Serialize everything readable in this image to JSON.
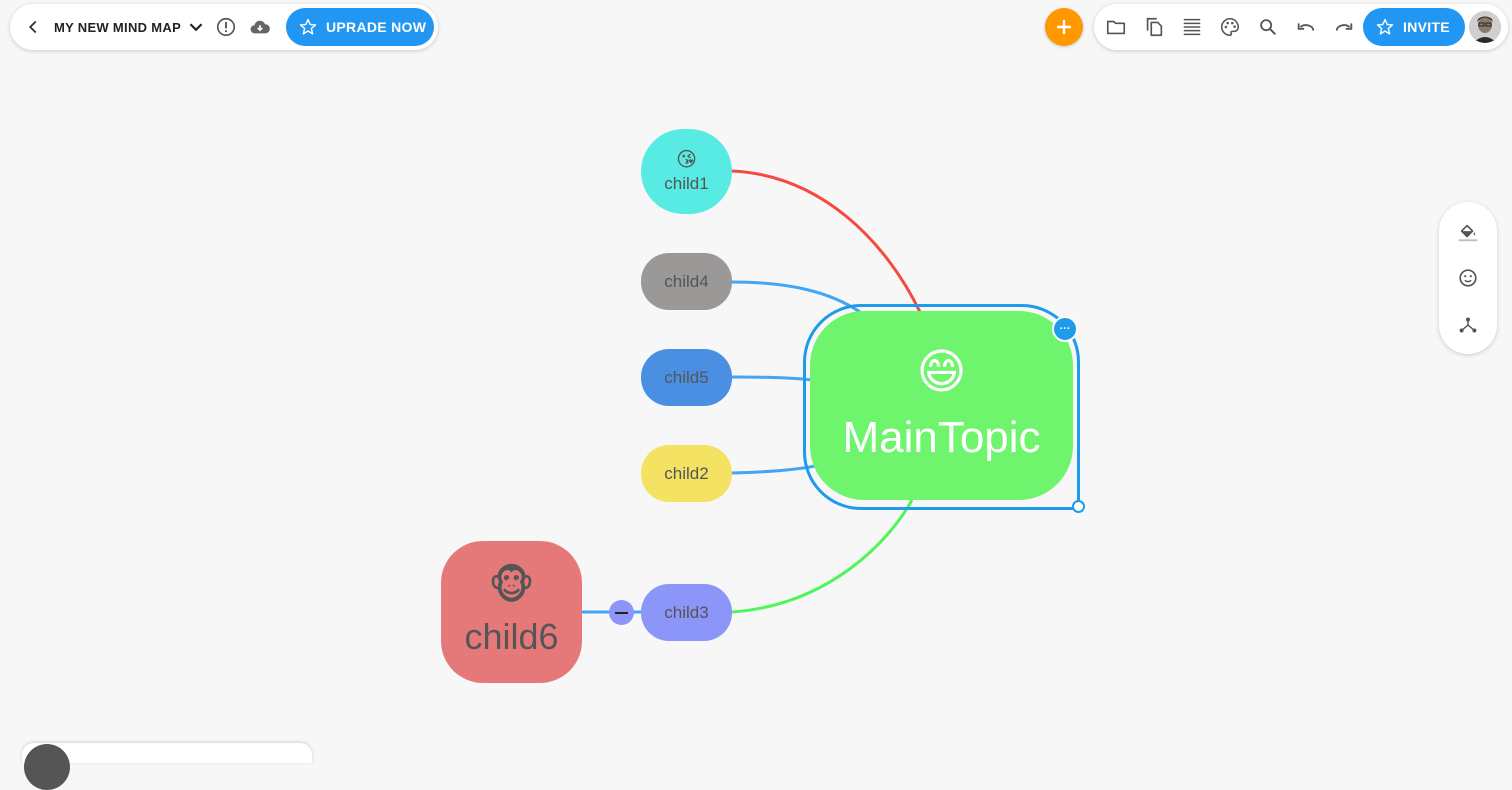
{
  "header": {
    "title": "MY NEW MIND MAP",
    "upgrade_label": "UPRADE NOW",
    "invite_label": "INVITE"
  },
  "icons": {
    "back": "chevron-left-icon",
    "title_dropdown": "chevron-down-icon",
    "info": "info-icon",
    "save": "cloud-download-icon",
    "upgrade_star": "star-icon",
    "add": "plus-icon",
    "toolbar": [
      "folder-icon",
      "copy-icon",
      "outline-icon",
      "palette-icon",
      "search-icon",
      "undo-icon",
      "redo-icon"
    ],
    "side_panel": [
      "fill-bucket-icon",
      "smiley-icon",
      "branch-icon"
    ]
  },
  "colors": {
    "accent_blue": "#2196f3",
    "add_orange": "#ff9800",
    "selection_blue": "#1e9be9",
    "main_topic": "#6ef56d",
    "child1": "#57ebe4",
    "child4": "#9b9898",
    "child5": "#4a8fe2",
    "child2": "#f4e262",
    "child3": "#8c96f8",
    "child6": "#e57979",
    "edge_child1": "#f44a3f",
    "edge_child3": "#4ef55b",
    "edge_default": "#42a5f5"
  },
  "mindmap": {
    "main": {
      "label": "MainTopic",
      "emoji": "😄"
    },
    "children": {
      "child1": {
        "label": "child1",
        "emoji": "😘"
      },
      "child4": {
        "label": "child4"
      },
      "child5": {
        "label": "child5"
      },
      "child2": {
        "label": "child2"
      },
      "child3": {
        "label": "child3"
      },
      "child6": {
        "label": "child6",
        "emoji": "🐵"
      }
    },
    "more_handle": "···"
  }
}
